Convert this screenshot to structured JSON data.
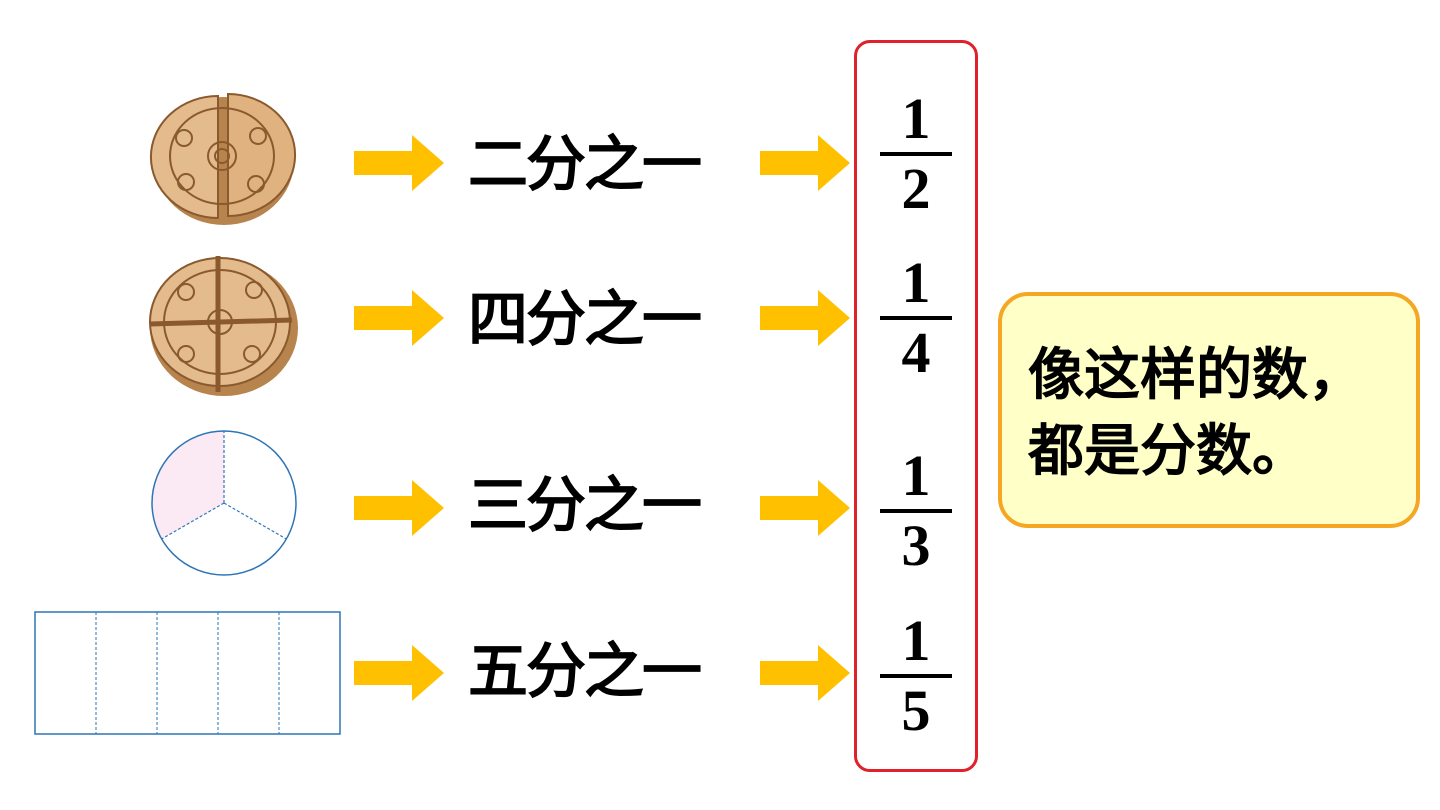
{
  "rows": [
    {
      "label": "二分之一",
      "numerator": "1",
      "denominator": "2",
      "figure": "mooncake-halves"
    },
    {
      "label": "四分之一",
      "numerator": "1",
      "denominator": "4",
      "figure": "mooncake-quarters"
    },
    {
      "label": "三分之一",
      "numerator": "1",
      "denominator": "3",
      "figure": "circle-thirds"
    },
    {
      "label": "五分之一",
      "numerator": "1",
      "denominator": "5",
      "figure": "rectangle-fifths"
    }
  ],
  "callout": {
    "text": "像这样的数，\n都是分数。"
  },
  "colors": {
    "arrow": "#ffc000",
    "fraction_box_border": "#e0212b",
    "callout_fill": "#ffffc8",
    "callout_border": "#f5a623",
    "shape_outline": "#2e75b6",
    "shaded_part": "#fbeaf3",
    "mooncake": "#d9a874"
  }
}
